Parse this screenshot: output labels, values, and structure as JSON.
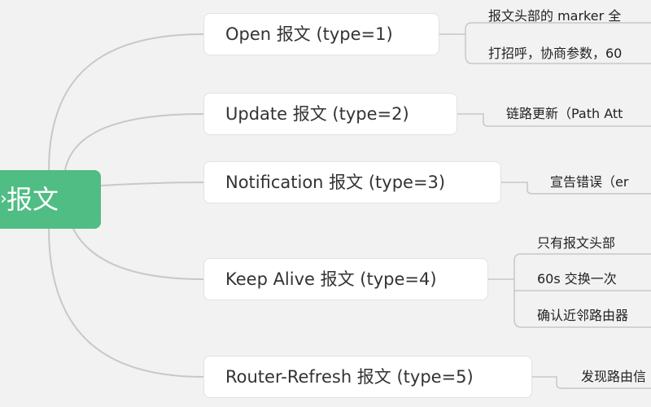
{
  "root": {
    "label": "报文",
    "arrow": "›"
  },
  "branches": [
    {
      "label": "Open 报文 (type=1)",
      "children": [
        "报文头部的 marker 全",
        "打招呼，协商参数，60"
      ]
    },
    {
      "label": "Update 报文 (type=2)",
      "children": [
        "链路更新（Path Att"
      ]
    },
    {
      "label": "Notification 报文 (type=3)",
      "children": [
        "宣告错误（er"
      ]
    },
    {
      "label": "Keep Alive 报文 (type=4)",
      "children": [
        "只有报文头部",
        "60s 交换一次",
        "确认近邻路由器"
      ]
    },
    {
      "label": "Router-Refresh 报文 (type=5)",
      "children": [
        "发现路由信"
      ]
    }
  ],
  "colors": {
    "root_fill": "#4fbd84",
    "line": "#cccccc",
    "background": "#f2f2f2"
  }
}
